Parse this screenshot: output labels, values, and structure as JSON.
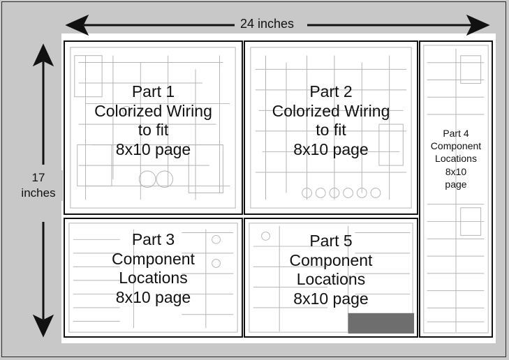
{
  "width_label": "24 inches",
  "height_label": [
    "17",
    "inches"
  ],
  "panels": {
    "part1": [
      "Part 1",
      "Colorized Wiring",
      "to fit",
      "8x10 page"
    ],
    "part2": [
      "Part 2",
      "Colorized Wiring",
      "to fit",
      "8x10 page"
    ],
    "part3": [
      "Part 3",
      "Component",
      "Locations",
      "8x10 page"
    ],
    "part4": [
      "Part 4",
      "Component",
      "Locations",
      "8x10",
      "page"
    ],
    "part5": [
      "Part 5",
      "Component",
      "Locations",
      "8x10 page"
    ]
  },
  "colors": {
    "background": "#c8c8c8",
    "sheet": "#ffffff",
    "ink": "#111111",
    "faint_lines": "#b5b5b5"
  }
}
